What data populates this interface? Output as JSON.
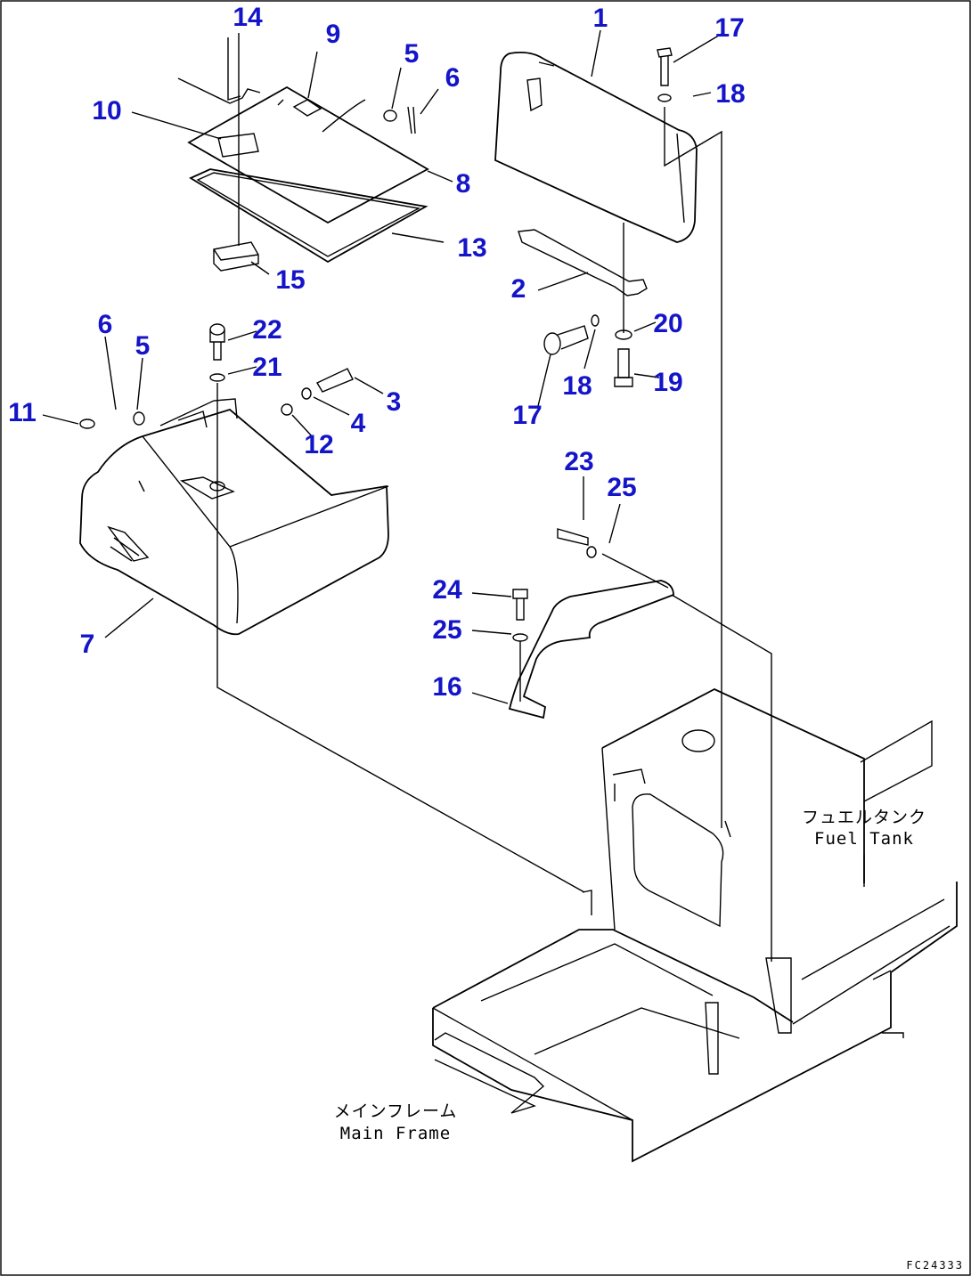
{
  "callouts": [
    "1",
    "2",
    "3",
    "4",
    "5",
    "5",
    "6",
    "6",
    "7",
    "8",
    "9",
    "10",
    "11",
    "12",
    "13",
    "14",
    "15",
    "16",
    "17",
    "17",
    "18",
    "18",
    "19",
    "20",
    "21",
    "22",
    "23",
    "24",
    "25",
    "25"
  ],
  "labels": {
    "fuel_tank_jp": "フュエルタンク",
    "fuel_tank_en": "Fuel Tank",
    "main_frame_jp": "メインフレーム",
    "main_frame_en": "Main Frame"
  },
  "figure_code": "FC24333",
  "colors": {
    "callout": "#1414c8",
    "line": "#000000",
    "background": "#ffffff"
  }
}
